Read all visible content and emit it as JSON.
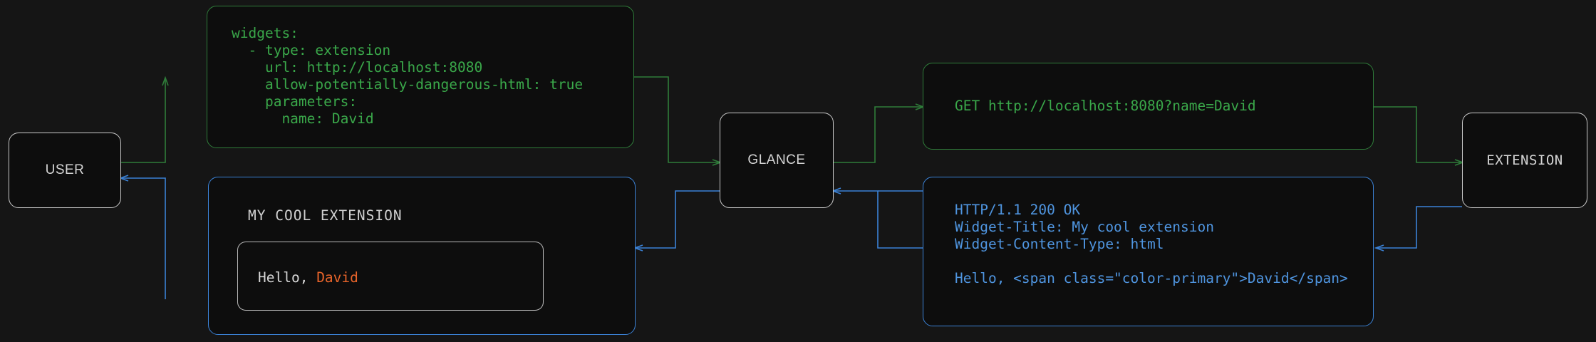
{
  "diagram": {
    "title": "Glance extension widget request flow",
    "background_color": "#151515",
    "colors": {
      "green": "#3aa84a",
      "green_border": "#2f7d3a",
      "blue": "#4f95e0",
      "blue_border": "#3b82d6",
      "node_border": "#c9c9c9",
      "text_light": "#d4d4d4",
      "accent_primary": "#e8642a"
    }
  },
  "nodes": {
    "user": {
      "label": "USER"
    },
    "glance": {
      "label": "GLANCE"
    },
    "extension": {
      "label": "EXTENSION"
    }
  },
  "config_panel": {
    "lines": [
      "widgets:",
      "  - type: extension",
      "    url: http://localhost:8080",
      "    allow-potentially-dangerous-html: true",
      "    parameters:",
      "      name: David"
    ]
  },
  "request_panel": {
    "lines": [
      "GET http://localhost:8080?name=David"
    ]
  },
  "response_panel": {
    "lines": [
      "HTTP/1.1 200 OK",
      "Widget-Title: My cool extension",
      "Widget-Content-Type: html",
      "",
      "Hello, <span class=\"color-primary\">David</span>"
    ]
  },
  "widget_preview": {
    "title": "MY COOL EXTENSION",
    "greeting_prefix": "Hello, ",
    "greeting_name": "David"
  }
}
